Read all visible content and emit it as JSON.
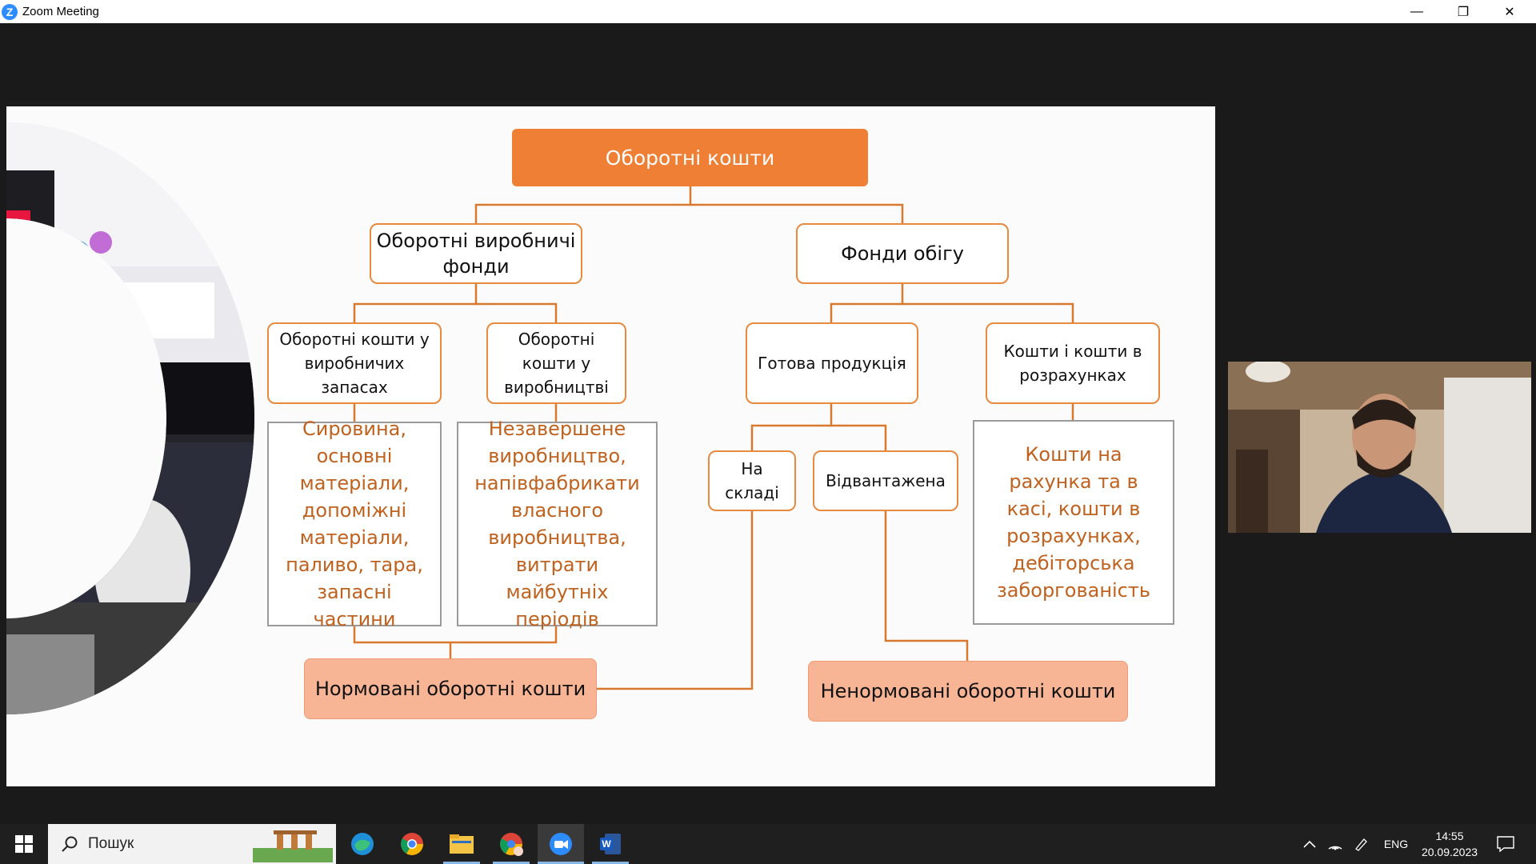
{
  "window": {
    "title": "Zoom Meeting",
    "app_icon": "zoom-icon",
    "min": "—",
    "restore": "❐",
    "close": "✕"
  },
  "slide": {
    "root": "Оборотні кошти",
    "level1": [
      "Оборотні виробничі фонди",
      "Фонди обігу"
    ],
    "level2": [
      "Оборотні кошти у виробничих запасах",
      "Оборотні кошти у виробництві",
      "Готова продукція",
      "Кошти і кошти в розрахунках"
    ],
    "level3": [
      "На складі",
      "Відвантажена"
    ],
    "details": [
      "Сировина, основні матеріали, допоміжні матеріали, паливо, тара, запасні частини",
      "Незавершене виробництво, напівфабрикати власного виробництва, витрати майбутніх періодів",
      "Кошти на рахунка та в касі, кошти в розрахунках, дебіторська заборгованість"
    ],
    "bottom": [
      "Нормовані оборотні кошти",
      "Ненормовані оборотні кошти"
    ]
  },
  "taskbar": {
    "start_icon": "windows-start-icon",
    "search_placeholder": "Пошук",
    "apps": [
      "edge-icon",
      "chrome-icon",
      "file-explorer-icon",
      "chrome-profile-icon",
      "zoom-icon",
      "word-icon"
    ],
    "lang": "ENG",
    "time": "14:55",
    "date": "20.09.2023"
  },
  "colors": {
    "accent": "#ef7f35",
    "box_border": "#e58a3f",
    "detail_text": "#c0621f",
    "salmon": "#f8b596"
  }
}
